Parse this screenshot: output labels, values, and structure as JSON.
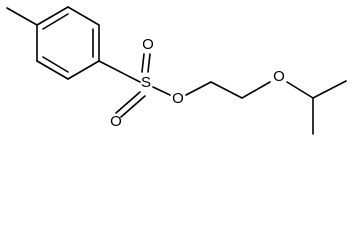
{
  "molecule": {
    "atoms": {
      "S": "S",
      "O_top": "O",
      "O_bottom": "O",
      "O_ester": "O",
      "O_ether": "O"
    }
  },
  "colors": {
    "bond": "#000000",
    "label": "#000000",
    "background": "#ffffff"
  }
}
